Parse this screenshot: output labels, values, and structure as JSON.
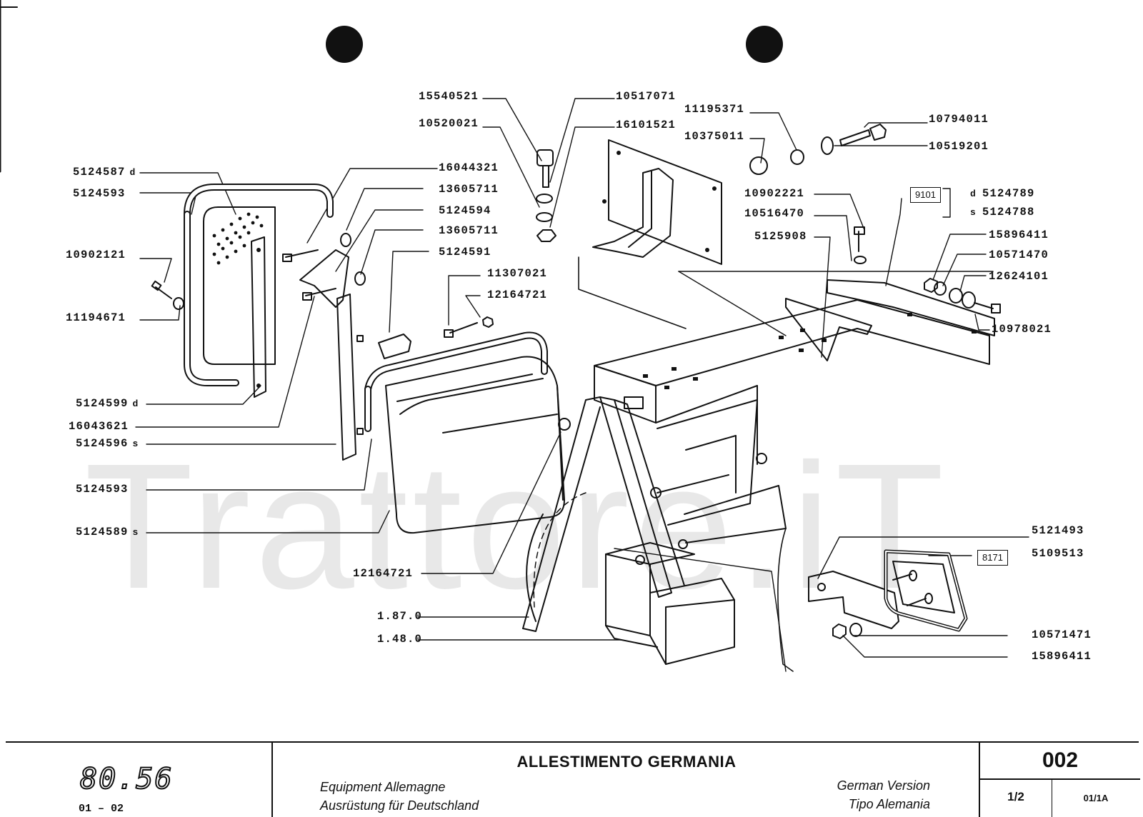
{
  "watermark": "Trattore.iT",
  "labels": [
    {
      "id": "p15540521",
      "text": "15540521",
      "suffix": ""
    },
    {
      "id": "p10520021",
      "text": "10520021",
      "suffix": ""
    },
    {
      "id": "p10517071",
      "text": "10517071",
      "suffix": ""
    },
    {
      "id": "p16101521",
      "text": "16101521",
      "suffix": ""
    },
    {
      "id": "p11195371",
      "text": "11195371",
      "suffix": ""
    },
    {
      "id": "p10375011",
      "text": "10375011",
      "suffix": ""
    },
    {
      "id": "p10794011",
      "text": "10794011",
      "suffix": ""
    },
    {
      "id": "p10519201",
      "text": "10519201",
      "suffix": ""
    },
    {
      "id": "p5124587",
      "text": "5124587",
      "suffix": "d"
    },
    {
      "id": "p5124593a",
      "text": "5124593",
      "suffix": ""
    },
    {
      "id": "p16044321",
      "text": "16044321",
      "suffix": ""
    },
    {
      "id": "p13605711a",
      "text": "13605711",
      "suffix": ""
    },
    {
      "id": "p5124594",
      "text": "5124594",
      "suffix": ""
    },
    {
      "id": "p13605711b",
      "text": "13605711",
      "suffix": ""
    },
    {
      "id": "p5124591",
      "text": "5124591",
      "suffix": ""
    },
    {
      "id": "p10902121",
      "text": "10902121",
      "suffix": ""
    },
    {
      "id": "p11307021",
      "text": "11307021",
      "suffix": ""
    },
    {
      "id": "p12164721a",
      "text": "12164721",
      "suffix": ""
    },
    {
      "id": "p11194671",
      "text": "11194671",
      "suffix": ""
    },
    {
      "id": "p10902221",
      "text": "10902221",
      "suffix": ""
    },
    {
      "id": "p10516470",
      "text": "10516470",
      "suffix": ""
    },
    {
      "id": "p5125908",
      "text": "5125908",
      "suffix": ""
    },
    {
      "id": "p5124789",
      "text": "5124789",
      "suffix": "d"
    },
    {
      "id": "p5124788",
      "text": "5124788",
      "suffix": "s"
    },
    {
      "id": "p15896411a",
      "text": "15896411",
      "suffix": ""
    },
    {
      "id": "p10571470",
      "text": "10571470",
      "suffix": ""
    },
    {
      "id": "p12624101",
      "text": "12624101",
      "suffix": ""
    },
    {
      "id": "p10978021",
      "text": "10978021",
      "suffix": ""
    },
    {
      "id": "p5124599",
      "text": "5124599",
      "suffix": "d"
    },
    {
      "id": "p16043621",
      "text": "16043621",
      "suffix": ""
    },
    {
      "id": "p5124596",
      "text": "5124596",
      "suffix": "s"
    },
    {
      "id": "p5124593b",
      "text": "5124593",
      "suffix": ""
    },
    {
      "id": "p5124589",
      "text": "5124589",
      "suffix": "s"
    },
    {
      "id": "p12164721b",
      "text": "12164721",
      "suffix": ""
    },
    {
      "id": "p1870",
      "text": "1.87.0",
      "suffix": ""
    },
    {
      "id": "p1480",
      "text": "1.48.0",
      "suffix": ""
    },
    {
      "id": "p5121493",
      "text": "5121493",
      "suffix": ""
    },
    {
      "id": "p5109513",
      "text": "5109513",
      "suffix": ""
    },
    {
      "id": "p10571471",
      "text": "10571471",
      "suffix": ""
    },
    {
      "id": "p15896411b",
      "text": "15896411",
      "suffix": ""
    }
  ],
  "boxes": {
    "b9101": "9101",
    "b8171": "8171"
  },
  "title_block": {
    "logo": "80.56",
    "pages": "01 – 02",
    "title": "ALLESTIMENTO GERMANIA",
    "fr": "Equipment Allemagne",
    "de": "Ausrüstung für Deutschland",
    "en": "German Version",
    "es": "Tipo Alemania",
    "code": "002",
    "sheet": "1/2",
    "rev": "01/1A"
  }
}
